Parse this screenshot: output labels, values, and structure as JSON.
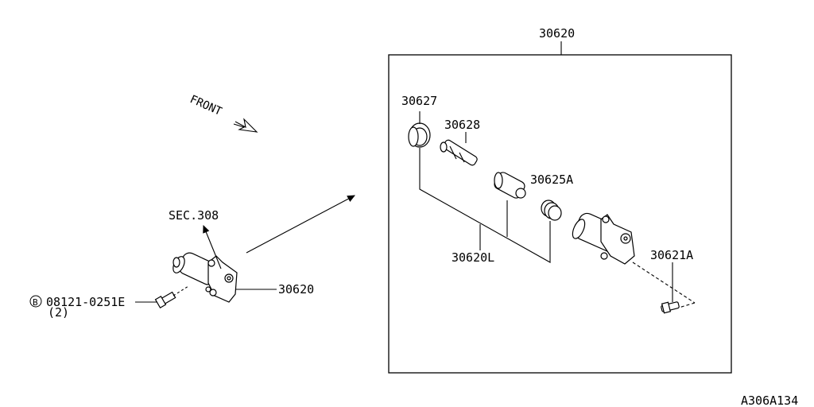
{
  "labels": {
    "assembly_top": "30620",
    "assembly_left": "30620",
    "front": "FRONT",
    "sec": "SEC.308",
    "bolt_part": "08121-0251E",
    "bolt_qty": "(2)",
    "bolt_marker": "B",
    "seal": "30627",
    "piston": "30628",
    "spring_seat": "30625A",
    "kit": "30620L",
    "bleeder": "30621A",
    "diagram_id": "A306A134"
  }
}
